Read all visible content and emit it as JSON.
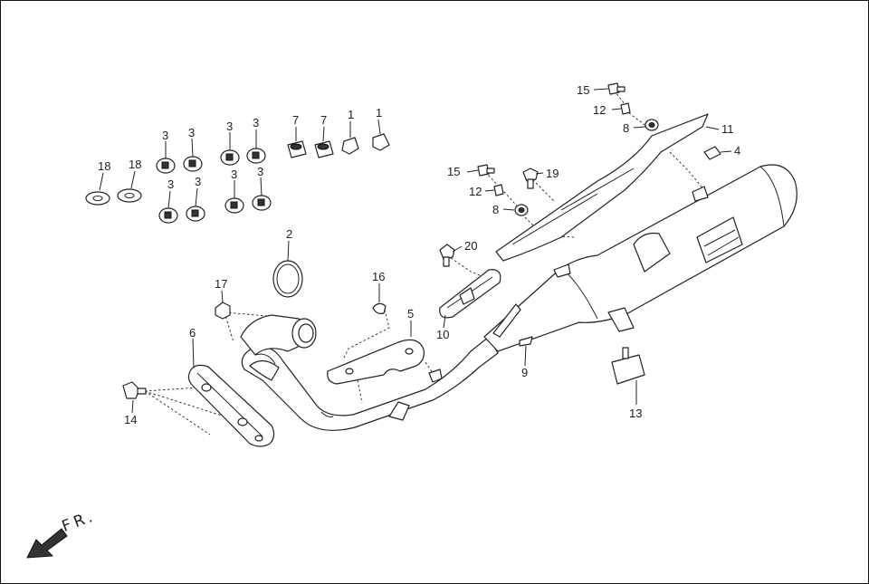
{
  "diagram": {
    "direction_label": "FR.",
    "callouts": [
      {
        "id": "c1a",
        "text": "1"
      },
      {
        "id": "c1b",
        "text": "1"
      },
      {
        "id": "c2",
        "text": "2"
      },
      {
        "id": "c3a",
        "text": "3"
      },
      {
        "id": "c3b",
        "text": "3"
      },
      {
        "id": "c3c",
        "text": "3"
      },
      {
        "id": "c3d",
        "text": "3"
      },
      {
        "id": "c3e",
        "text": "3"
      },
      {
        "id": "c3f",
        "text": "3"
      },
      {
        "id": "c3g",
        "text": "3"
      },
      {
        "id": "c3h",
        "text": "3"
      },
      {
        "id": "c4",
        "text": "4"
      },
      {
        "id": "c5",
        "text": "5"
      },
      {
        "id": "c6",
        "text": "6"
      },
      {
        "id": "c7a",
        "text": "7"
      },
      {
        "id": "c7b",
        "text": "7"
      },
      {
        "id": "c8a",
        "text": "8"
      },
      {
        "id": "c8b",
        "text": "8"
      },
      {
        "id": "c9",
        "text": "9"
      },
      {
        "id": "c10",
        "text": "10"
      },
      {
        "id": "c11",
        "text": "11"
      },
      {
        "id": "c12a",
        "text": "12"
      },
      {
        "id": "c12b",
        "text": "12"
      },
      {
        "id": "c13",
        "text": "13"
      },
      {
        "id": "c14",
        "text": "14"
      },
      {
        "id": "c15a",
        "text": "15"
      },
      {
        "id": "c15b",
        "text": "15"
      },
      {
        "id": "c16",
        "text": "16"
      },
      {
        "id": "c17",
        "text": "17"
      },
      {
        "id": "c18a",
        "text": "18"
      },
      {
        "id": "c18b",
        "text": "18"
      },
      {
        "id": "c19",
        "text": "19"
      },
      {
        "id": "c20",
        "text": "20"
      }
    ]
  }
}
